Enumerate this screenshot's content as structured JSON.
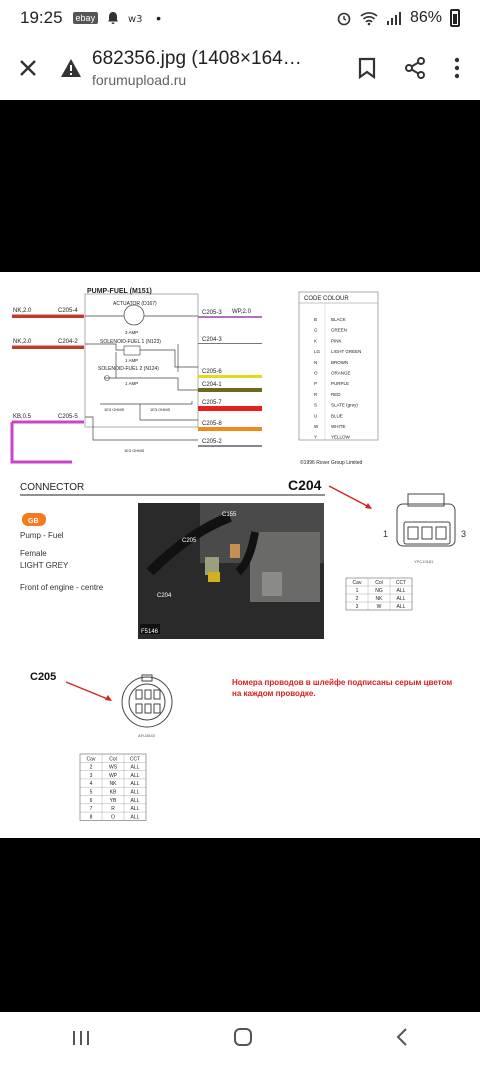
{
  "status": {
    "time": "19:25",
    "ebay": "ebay",
    "battery": "86%"
  },
  "titlebar": {
    "title": "682356.jpg (1408×164…",
    "subtitle": "forumupload.ru"
  },
  "diagram": {
    "title": "PUMP-FUEL (M151)",
    "actuator": "ACTUATOR (D167)",
    "amp3": "3 AMP",
    "sol1": "SOLENOID-FUEL 1 (N123)",
    "amp1a": "1 AMP",
    "sol2": "SOLENOID-FUEL 2 (N124)",
    "amp1b": "1 AMP",
    "ohms1": "1E3 OHMS",
    "ohms2": "1E3 OHMS",
    "ohms3": "1E3 OHMS",
    "wires_left": [
      {
        "label": "NK,2.0",
        "pin": "C205-4"
      },
      {
        "label": "NK,2.0",
        "pin": "C204-2"
      },
      {
        "label": "KB,0.5",
        "pin": "C205-5"
      }
    ],
    "wires_right": [
      {
        "label": "WP,2.0",
        "pin": "C205-3"
      },
      {
        "label": "",
        "pin": "C204-3"
      },
      {
        "label": "",
        "pin": "C205-6"
      },
      {
        "label": "",
        "pin": "C204-1"
      },
      {
        "label": "",
        "pin": "C205-7"
      },
      {
        "label": "",
        "pin": "C205-8"
      },
      {
        "label": "",
        "pin": "C205-2"
      }
    ],
    "code_colour_title": "CODE COLOUR",
    "codes": [
      {
        "code": "B",
        "name": "BLACK"
      },
      {
        "code": "G",
        "name": "GREEN"
      },
      {
        "code": "K",
        "name": "PINK"
      },
      {
        "code": "LG",
        "name": "LIGHT GREEN"
      },
      {
        "code": "N",
        "name": "BROWN"
      },
      {
        "code": "O",
        "name": "ORANGE"
      },
      {
        "code": "P",
        "name": "PURPLE"
      },
      {
        "code": "R",
        "name": "RED"
      },
      {
        "code": "S",
        "name": "SLATE (grey)"
      },
      {
        "code": "U",
        "name": "BLUE"
      },
      {
        "code": "W",
        "name": "WHITE"
      },
      {
        "code": "Y",
        "name": "YELLOW"
      }
    ],
    "copyright": "©1996 Rover Group Limited"
  },
  "connector": {
    "heading": "CONNECTOR",
    "id": "C204",
    "badge": "GB",
    "lines": [
      "Pump - Fuel",
      "Female",
      "LIGHT GREY",
      "Front of engine - centre"
    ],
    "photo_labels": [
      "C155",
      "C205",
      "C204",
      "F5146"
    ],
    "pin_left": "1",
    "pin_right": "3",
    "part_code": "YPC10181",
    "table_head": [
      "Cav",
      "Col",
      "CCT"
    ],
    "table_rows": [
      [
        "1",
        "NG",
        "ALL"
      ],
      [
        "2",
        "NK",
        "ALL"
      ],
      [
        "3",
        "W",
        "ALL"
      ]
    ]
  },
  "c205": {
    "id": "C205",
    "part_code": "AFU3643",
    "note": "Номера проводов в шлейфе подписаны серым цветом на каждом проводке.",
    "table_head": [
      "Cav",
      "Col",
      "CCT"
    ],
    "table_rows": [
      [
        "2",
        "WS",
        "ALL"
      ],
      [
        "3",
        "WP",
        "ALL"
      ],
      [
        "4",
        "NK",
        "ALL"
      ],
      [
        "5",
        "KB",
        "ALL"
      ],
      [
        "6",
        "YB",
        "ALL"
      ],
      [
        "7",
        "R",
        "ALL"
      ],
      [
        "8",
        "O",
        "ALL"
      ]
    ]
  },
  "colors": {
    "accent_red": "#d8201e",
    "badge_orange": "#f47a20"
  }
}
